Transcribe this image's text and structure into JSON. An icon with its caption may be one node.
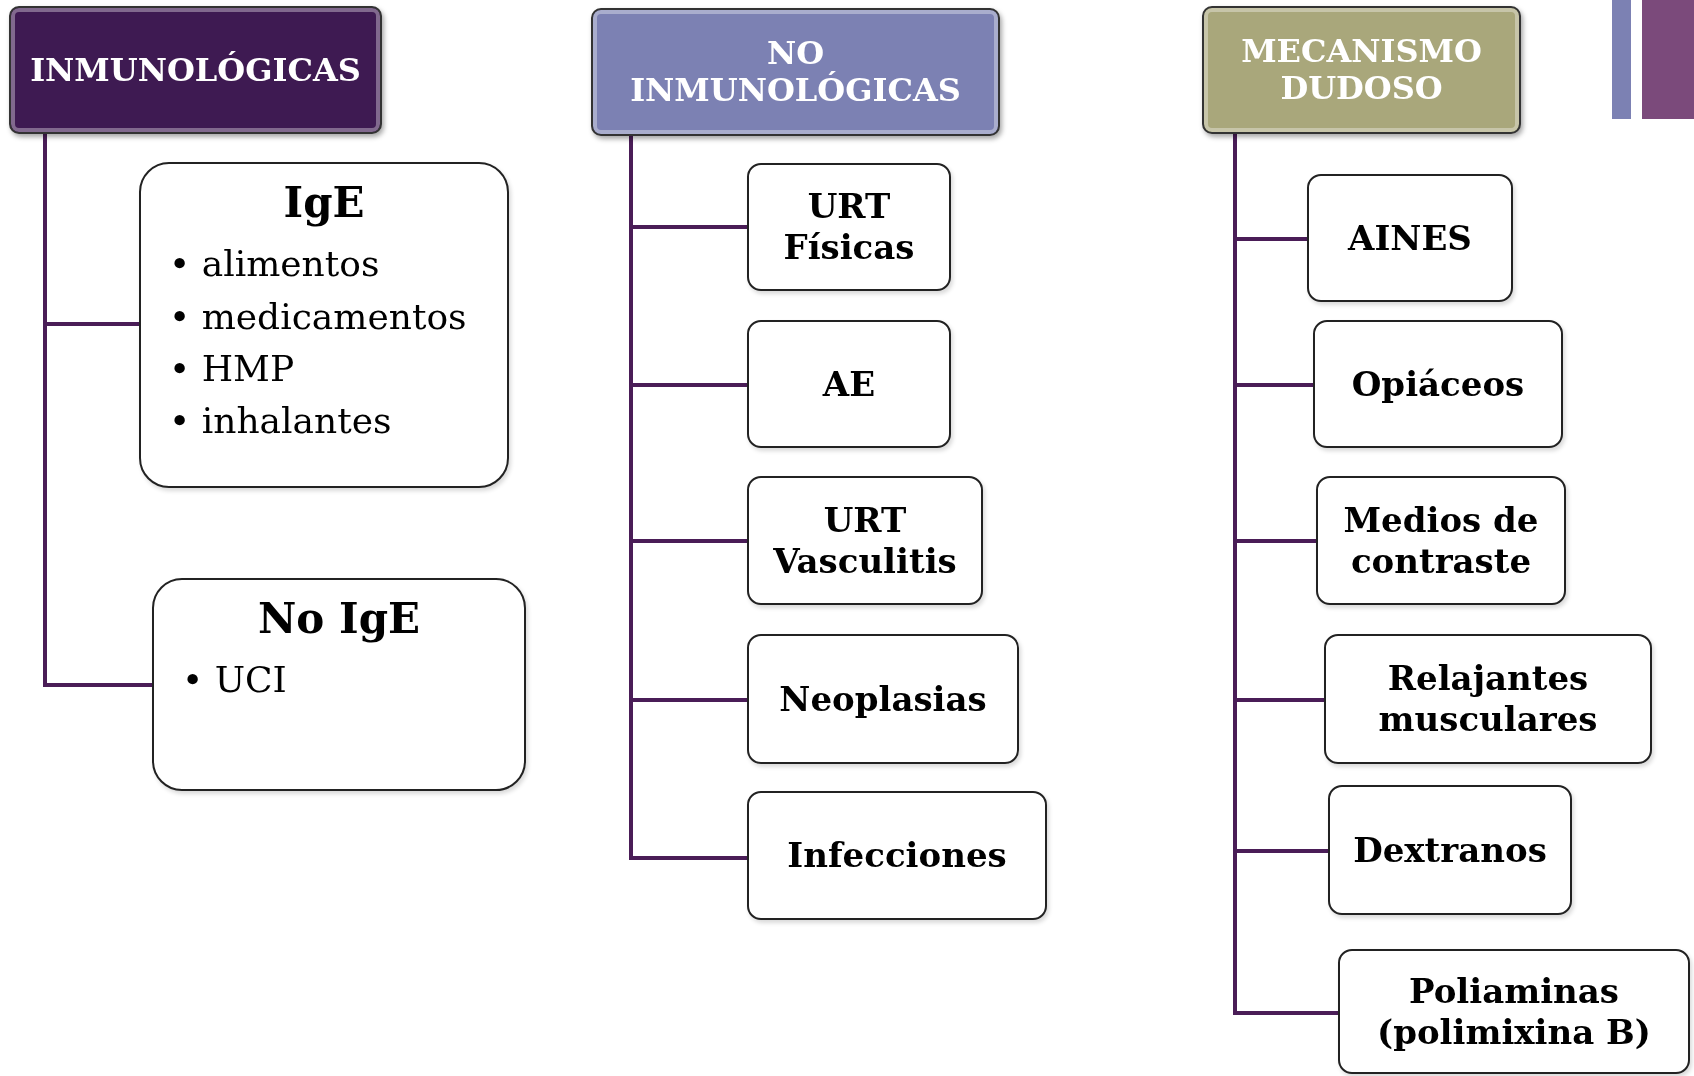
{
  "diagram": {
    "nodes": [
      {
        "text": [
          "INMUNOLÓGICAS"
        ]
      },
      {
        "text": [
          "IgE",
          "• alimentos",
          "• medicamentos",
          "• HMP",
          "• inhalantes"
        ]
      },
      {
        "text": [
          "No IgE",
          "• UCI"
        ]
      },
      {
        "text": [
          "NO INMUNOLÓGICAS"
        ]
      },
      {
        "text": [
          "URT Físicas"
        ]
      },
      {
        "text": [
          "AE"
        ]
      },
      {
        "text": [
          "URT Vasculitis"
        ]
      },
      {
        "text": [
          "Neoplasias"
        ]
      },
      {
        "text": [
          "Infecciones"
        ]
      },
      {
        "text": [
          "MECANISMO DUDOSO"
        ]
      },
      {
        "text": [
          "AINES"
        ]
      },
      {
        "text": [
          "Opiáceos"
        ]
      },
      {
        "text": [
          "Medios de contraste"
        ]
      },
      {
        "text": [
          "Relajantes musculares"
        ]
      },
      {
        "text": [
          "Dextranos"
        ]
      },
      {
        "text": [
          "Poliaminas (polimixina B)"
        ]
      }
    ],
    "edges": [
      {
        "from": 0,
        "to": 1,
        "arrow": "none"
      },
      {
        "from": 0,
        "to": 2,
        "arrow": "none"
      },
      {
        "from": 3,
        "to": 4,
        "arrow": "none"
      },
      {
        "from": 3,
        "to": 5,
        "arrow": "none"
      },
      {
        "from": 3,
        "to": 6,
        "arrow": "none"
      },
      {
        "from": 3,
        "to": 7,
        "arrow": "none"
      },
      {
        "from": 3,
        "to": 8,
        "arrow": "none"
      },
      {
        "from": 9,
        "to": 10,
        "arrow": "none"
      },
      {
        "from": 9,
        "to": 11,
        "arrow": "none"
      },
      {
        "from": 9,
        "to": 12,
        "arrow": "none"
      },
      {
        "from": 9,
        "to": 13,
        "arrow": "none"
      },
      {
        "from": 9,
        "to": 14,
        "arrow": "none"
      },
      {
        "from": 9,
        "to": 15,
        "arrow": "none"
      }
    ]
  }
}
